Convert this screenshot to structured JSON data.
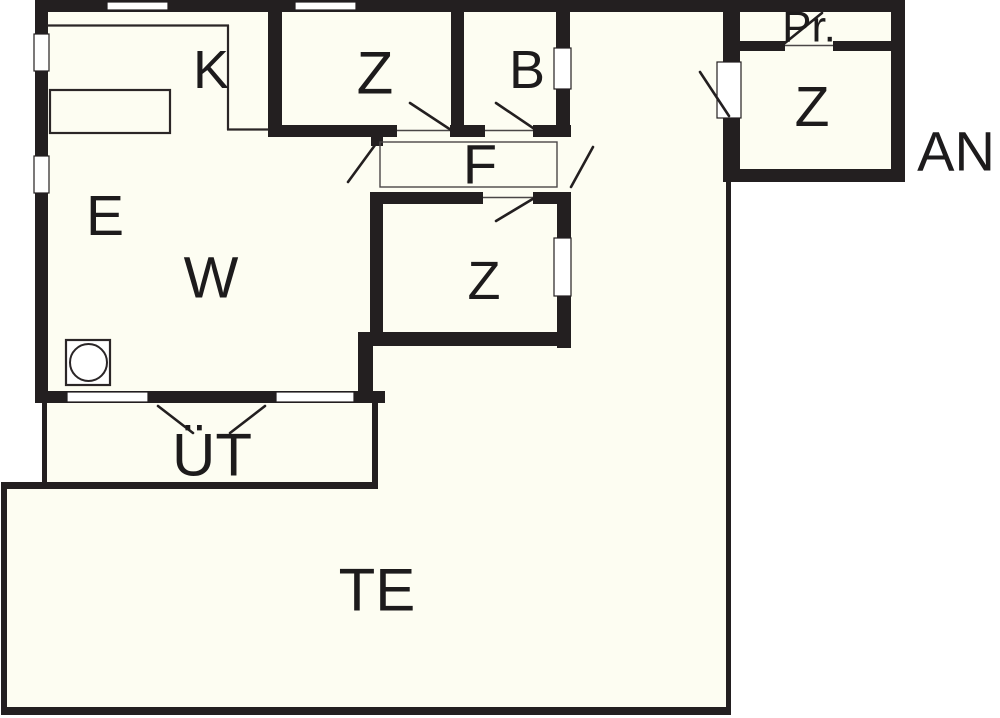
{
  "floorplan": {
    "labels": {
      "kitchen": "K",
      "bedroom_top": "Z",
      "bath": "B",
      "hall": "F",
      "entry": "E",
      "living": "W",
      "bedroom_mid": "Z",
      "pantry": "Pr.",
      "annex_bedroom": "Z",
      "annex": "AN",
      "covered_terrace": "ÜT",
      "terrace": "TE"
    },
    "colors": {
      "wall": "#231f20",
      "floor": "#fdfdf2",
      "background": "#ffffff"
    }
  }
}
